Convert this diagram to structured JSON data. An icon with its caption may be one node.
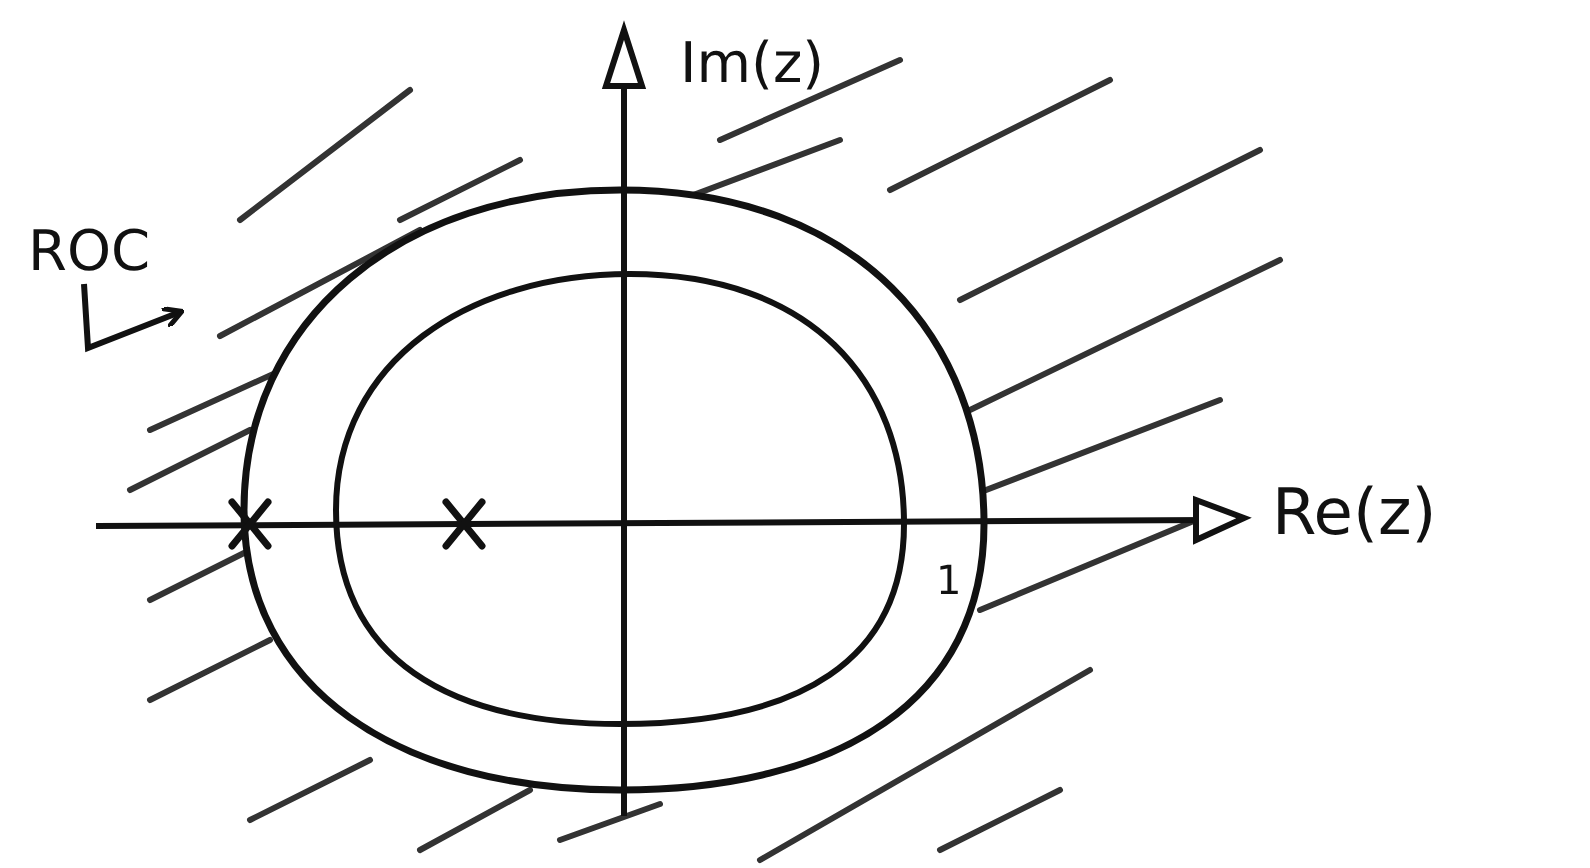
{
  "diagram": {
    "labels": [
      "ROC",
      "Im(z)",
      "Re(z)",
      "1"
    ]
  }
}
